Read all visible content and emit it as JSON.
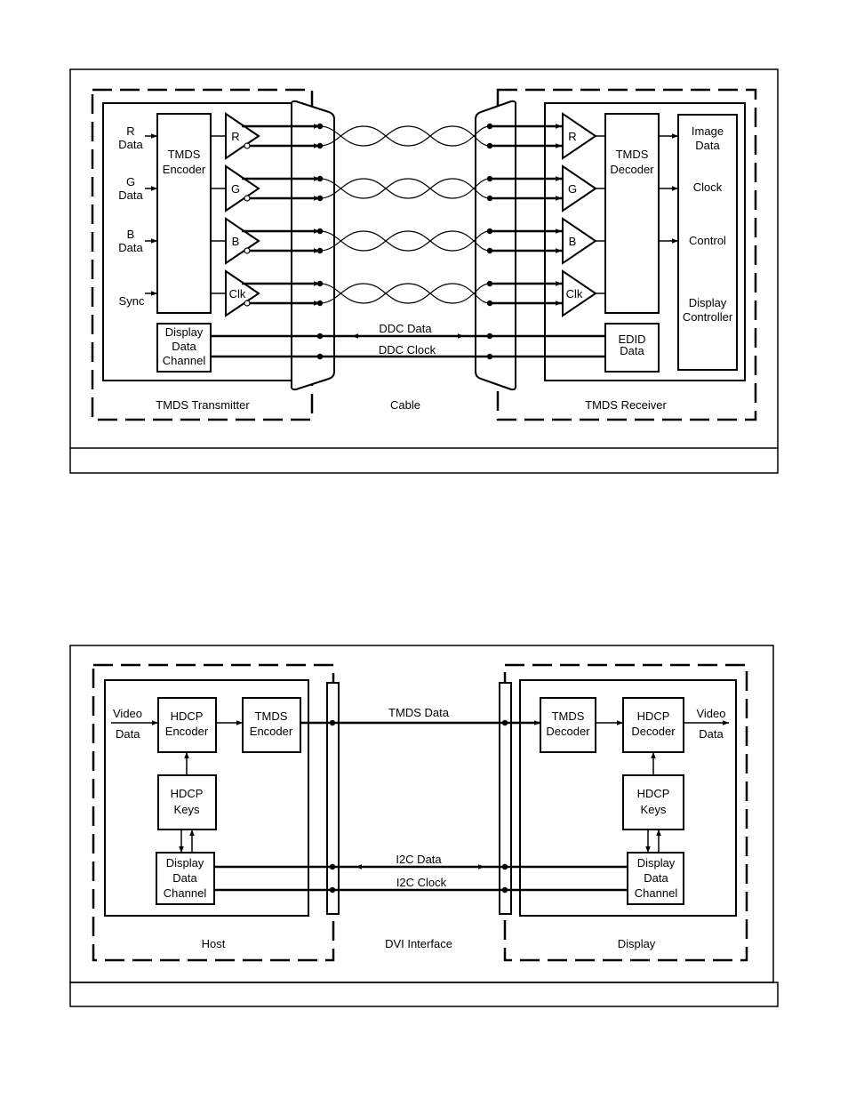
{
  "diagram1": {
    "labels": {
      "r_data_1": "R",
      "r_data_2": "Data",
      "g_data_1": "G",
      "g_data_2": "Data",
      "b_data_1": "B",
      "b_data_2": "Data",
      "sync": "Sync",
      "encoder_1": "TMDS",
      "encoder_2": "Encoder",
      "ddc_tx_1": "Display",
      "ddc_tx_2": "Data",
      "ddc_tx_3": "Channel",
      "drv_r": "R",
      "drv_g": "G",
      "drv_b": "B",
      "drv_clk": "Clk",
      "rcv_r": "R",
      "rcv_g": "G",
      "rcv_b": "B",
      "rcv_clk": "Clk",
      "decoder_1": "TMDS",
      "decoder_2": "Decoder",
      "image_data_1": "Image",
      "image_data_2": "Data",
      "clock": "Clock",
      "control": "Control",
      "display_ctrl_1": "Display",
      "display_ctrl_2": "Controller",
      "edid_1": "EDID",
      "edid_2": "Data",
      "ddc_data": "DDC Data",
      "ddc_clock": "DDC Clock",
      "transmitter": "TMDS Transmitter",
      "cable": "Cable",
      "receiver": "TMDS Receiver"
    }
  },
  "diagram2": {
    "labels": {
      "video_in_1": "Video",
      "video_in_2": "Data",
      "hdcp_enc_1": "HDCP",
      "hdcp_enc_2": "Encoder",
      "tmds_enc_1": "TMDS",
      "tmds_enc_2": "Encoder",
      "tmds_data": "TMDS Data",
      "tmds_dec_1": "TMDS",
      "tmds_dec_2": "Decoder",
      "hdcp_dec_1": "HDCP",
      "hdcp_dec_2": "Decoder",
      "video_out_1": "Video",
      "video_out_2": "Data",
      "keys_l_1": "HDCP",
      "keys_l_2": "Keys",
      "keys_r_1": "HDCP",
      "keys_r_2": "Keys",
      "ddc_l_1": "Display",
      "ddc_l_2": "Data",
      "ddc_l_3": "Channel",
      "ddc_r_1": "Display",
      "ddc_r_2": "Data",
      "ddc_r_3": "Channel",
      "i2c_data": "I2C Data",
      "i2c_clock": "I2C Clock",
      "host": "Host",
      "dvi_interface": "DVI Interface",
      "display": "Display"
    }
  }
}
